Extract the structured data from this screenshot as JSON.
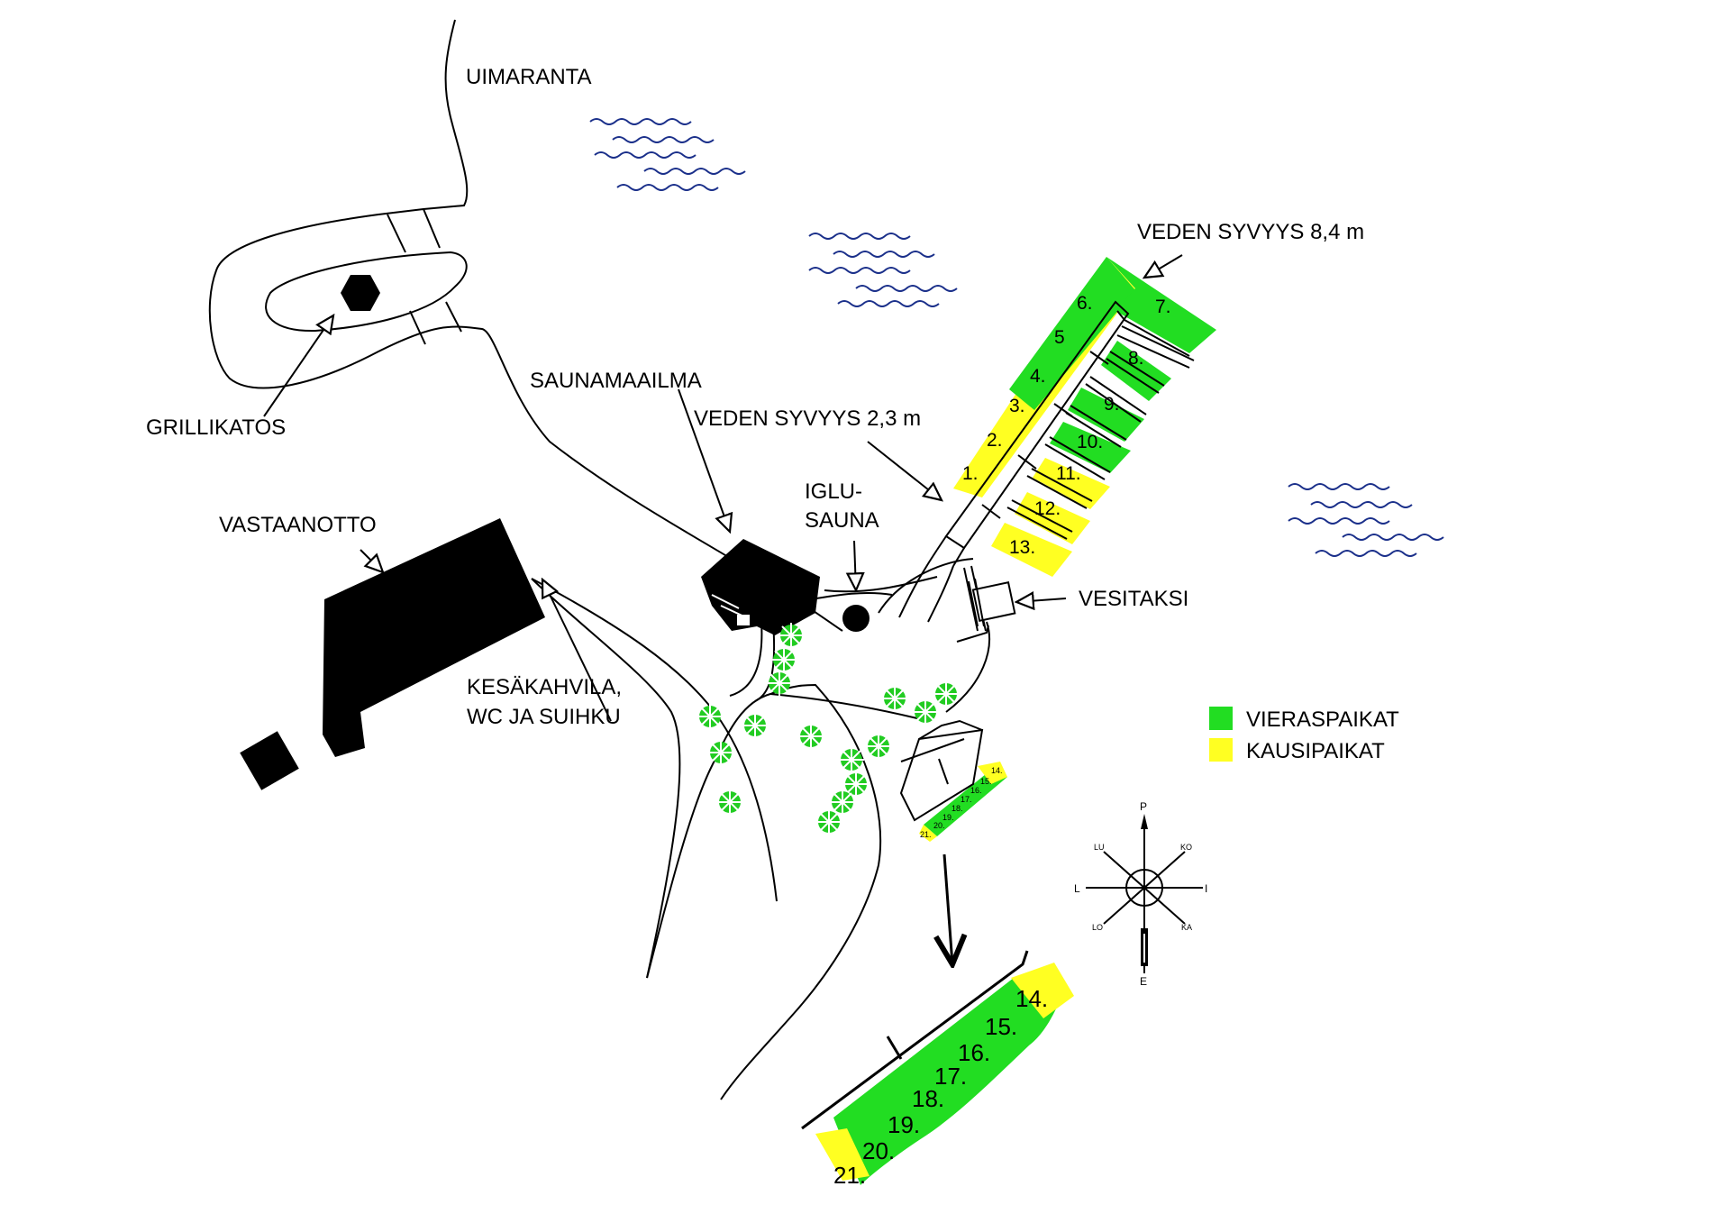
{
  "labels": {
    "uimaranta": "UIMARANTA",
    "grillikatos": "GRILLIKATOS",
    "saunamaailma": "SAUNAMAAILMA",
    "depth_far": "VEDEN SYVYYS 8,4 m",
    "depth_near": "VEDEN SYVYYS 2,3 m",
    "iglu_1": "IGLU-",
    "iglu_2": "SAUNA",
    "vastaanotto": "VASTAANOTTO",
    "vesitaksi": "VESITAKSI",
    "kesakahvila_1": "KESÄKAHVILA,",
    "kesakahvila_2": "WC JA SUIHKU"
  },
  "legend": {
    "guest": {
      "label": "VIERASPAIKAT",
      "color": "#22dd22"
    },
    "seasonal": {
      "label": "KAUSIPAIKAT",
      "color": "#ffff22"
    }
  },
  "compass": {
    "north": "P",
    "south": "E",
    "west": "L",
    "east": "I",
    "northwest": "LU",
    "northeast": "KO",
    "southwest": "LO",
    "southeast": "KA"
  },
  "main_pier_spots": [
    {
      "number": "1.",
      "type": "seasonal"
    },
    {
      "number": "2.",
      "type": "seasonal"
    },
    {
      "number": "3.",
      "type": "seasonal"
    },
    {
      "number": "4.",
      "type": "guest"
    },
    {
      "number": "5",
      "type": "guest"
    },
    {
      "number": "6.",
      "type": "guest"
    },
    {
      "number": "7.",
      "type": "guest"
    },
    {
      "number": "8.",
      "type": "guest"
    },
    {
      "number": "9.",
      "type": "guest"
    },
    {
      "number": "10.",
      "type": "guest"
    },
    {
      "number": "11.",
      "type": "seasonal"
    },
    {
      "number": "12.",
      "type": "seasonal"
    },
    {
      "number": "13.",
      "type": "seasonal"
    }
  ],
  "small_pier_spots": [
    {
      "number": "14.",
      "type": "seasonal"
    },
    {
      "number": "15.",
      "type": "guest"
    },
    {
      "number": "16.",
      "type": "guest"
    },
    {
      "number": "17.",
      "type": "guest"
    },
    {
      "number": "18.",
      "type": "guest"
    },
    {
      "number": "19.",
      "type": "guest"
    },
    {
      "number": "20.",
      "type": "guest"
    },
    {
      "number": "21.",
      "type": "seasonal"
    }
  ]
}
